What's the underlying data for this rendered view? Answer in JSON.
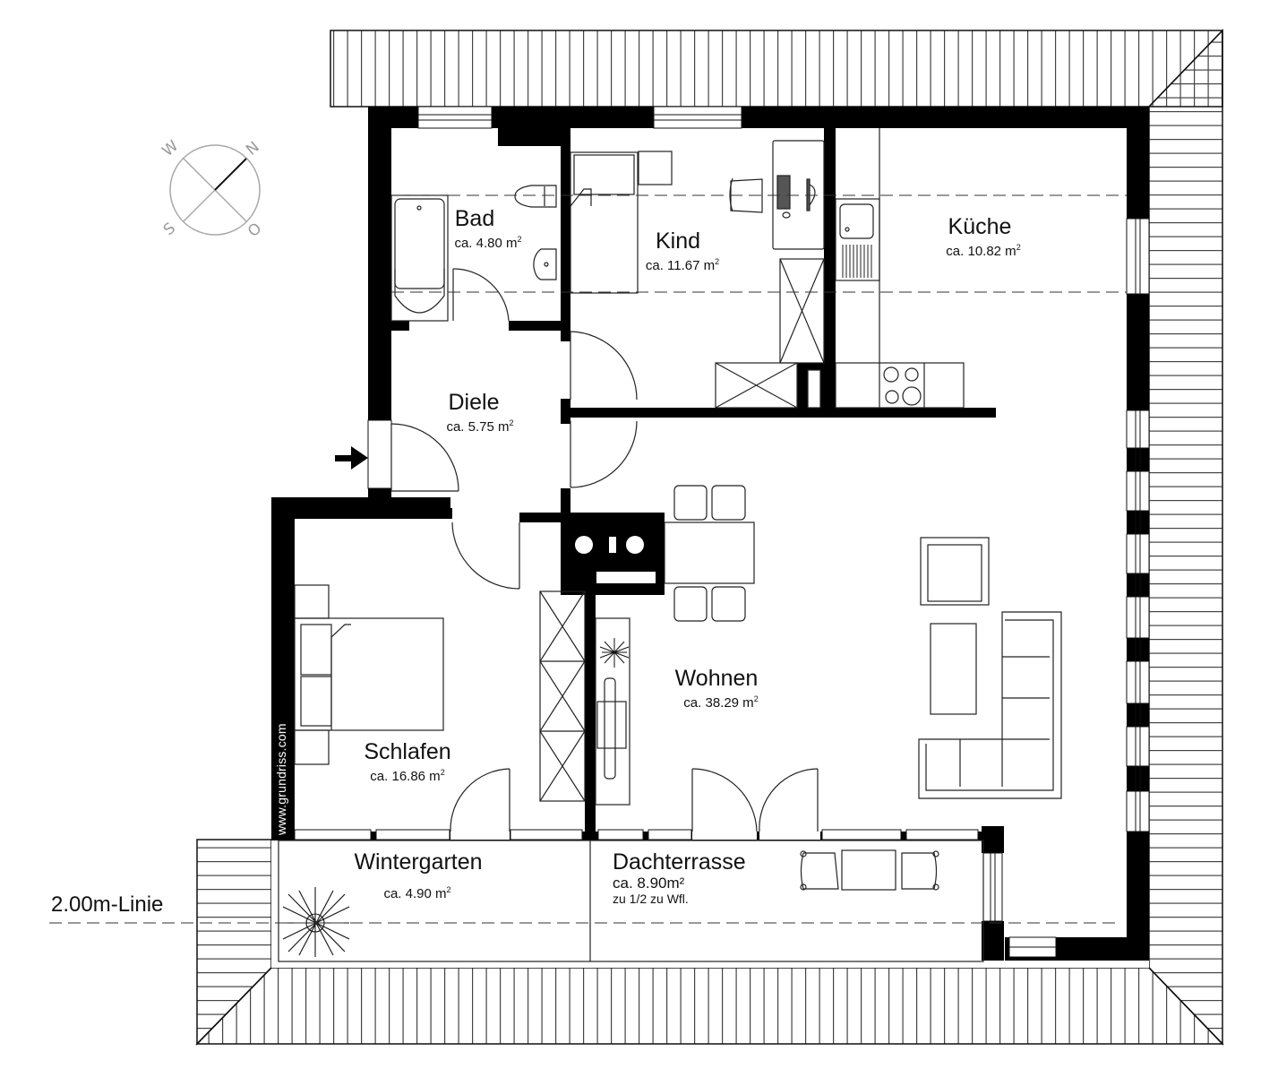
{
  "plan": {
    "type": "apartment floor plan (attic)",
    "rooms": [
      {
        "id": "bad",
        "name": "Bad",
        "area": "ca. 4.80 m",
        "unit_sup": "2"
      },
      {
        "id": "kind",
        "name": "Kind",
        "area": "ca. 11.67 m",
        "unit_sup": "2"
      },
      {
        "id": "kueche",
        "name": "Küche",
        "area": "ca. 10.82 m",
        "unit_sup": "2"
      },
      {
        "id": "diele",
        "name": "Diele",
        "area": "ca. 5.75 m",
        "unit_sup": "2"
      },
      {
        "id": "schlafen",
        "name": "Schlafen",
        "area": "ca. 16.86 m",
        "unit_sup": "2"
      },
      {
        "id": "wohnen",
        "name": "Wohnen",
        "area": "ca. 38.29 m",
        "unit_sup": "2"
      },
      {
        "id": "wintergarten",
        "name": "Wintergarten",
        "area": "ca. 4.90 m",
        "unit_sup": "2"
      },
      {
        "id": "dachterrasse",
        "name": "Dachterrasse",
        "area": "ca. 8.90m²",
        "unit_sup": "",
        "note": "zu 1/2 zu Wfl."
      }
    ],
    "compass": {
      "n": "N",
      "o": "O",
      "s": "S",
      "w": "W"
    },
    "height_line_label": "2.00m-Linie",
    "watermark": "www.grundriss.com",
    "entrance_marker": "arrow-right",
    "colors": {
      "wall": "#000000",
      "line": "#1a1a1a",
      "roof_hatch": "#555555",
      "compass": "#a0a0a0",
      "background": "#ffffff"
    }
  }
}
